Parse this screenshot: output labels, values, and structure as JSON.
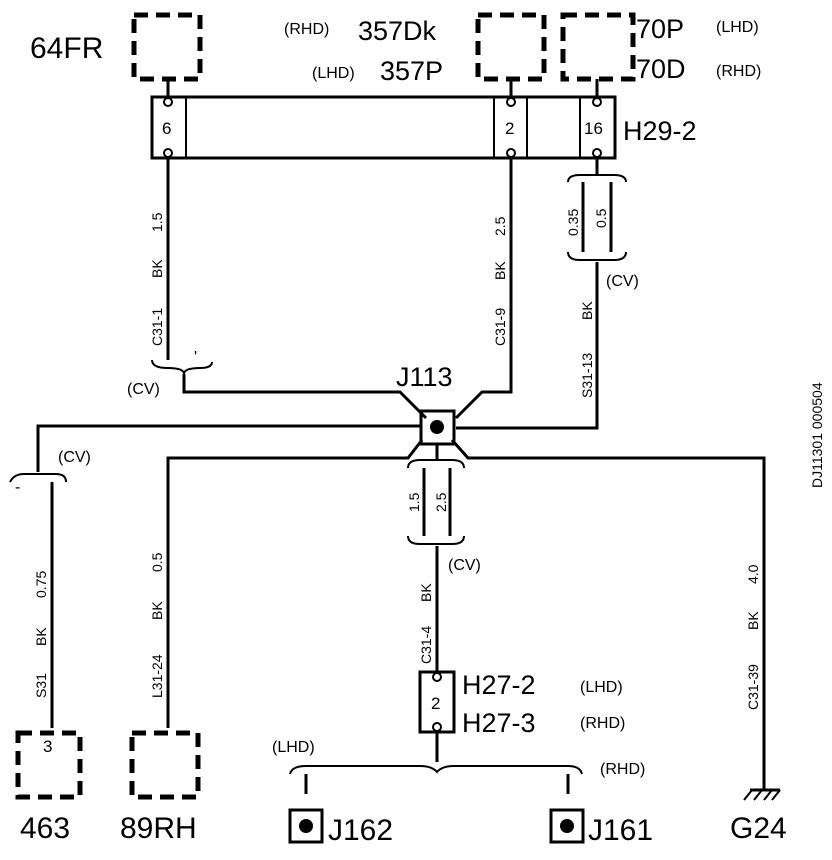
{
  "connectors": {
    "c64fr": "64FR",
    "c357dk_rhd": "(RHD)",
    "c357dk": "357Dk",
    "c357p_lhd": "(LHD)",
    "c357p": "357P",
    "c70p": "70P",
    "c70p_lhd": "(LHD)",
    "c70d": "70D",
    "c70d_rhd": "(RHD)",
    "h29": "H29-2",
    "h29_pins": [
      "6",
      "2",
      "16"
    ],
    "j113": "J113",
    "h27_2": "H27-2",
    "h27_2_var": "(LHD)",
    "h27_3": "H27-3",
    "h27_3_var": "(RHD)",
    "h27_pin": "2",
    "c463": "463",
    "c463_pin": "3",
    "c89rh": "89RH",
    "j162": "J162",
    "j161": "J161",
    "g24": "G24",
    "lhd": "(LHD)",
    "rhd": "(RHD)"
  },
  "wires": {
    "w1": {
      "size": "1.5",
      "color": "BK",
      "id": "C31-1"
    },
    "w2": {
      "size": "2.5",
      "color": "BK",
      "id": "C31-9"
    },
    "w3": {
      "size_a": "0.35",
      "size_b": "0.5",
      "color": "BK",
      "id": "S31-13"
    },
    "w4": {
      "size": "0.75",
      "color": "BK",
      "id": "S31"
    },
    "w5": {
      "size": "0.5",
      "color": "BK",
      "id": "L31-24"
    },
    "w6": {
      "size_a": "1.5",
      "size_b": "2.5",
      "color": "BK",
      "id": "C31-4"
    },
    "w7": {
      "size": "4.0",
      "color": "BK",
      "id": "C31-39"
    }
  },
  "variant_cv": "(CV)",
  "dash_mark": "-",
  "tick_mark": "'",
  "figure_ref": "DJ11301 000504"
}
